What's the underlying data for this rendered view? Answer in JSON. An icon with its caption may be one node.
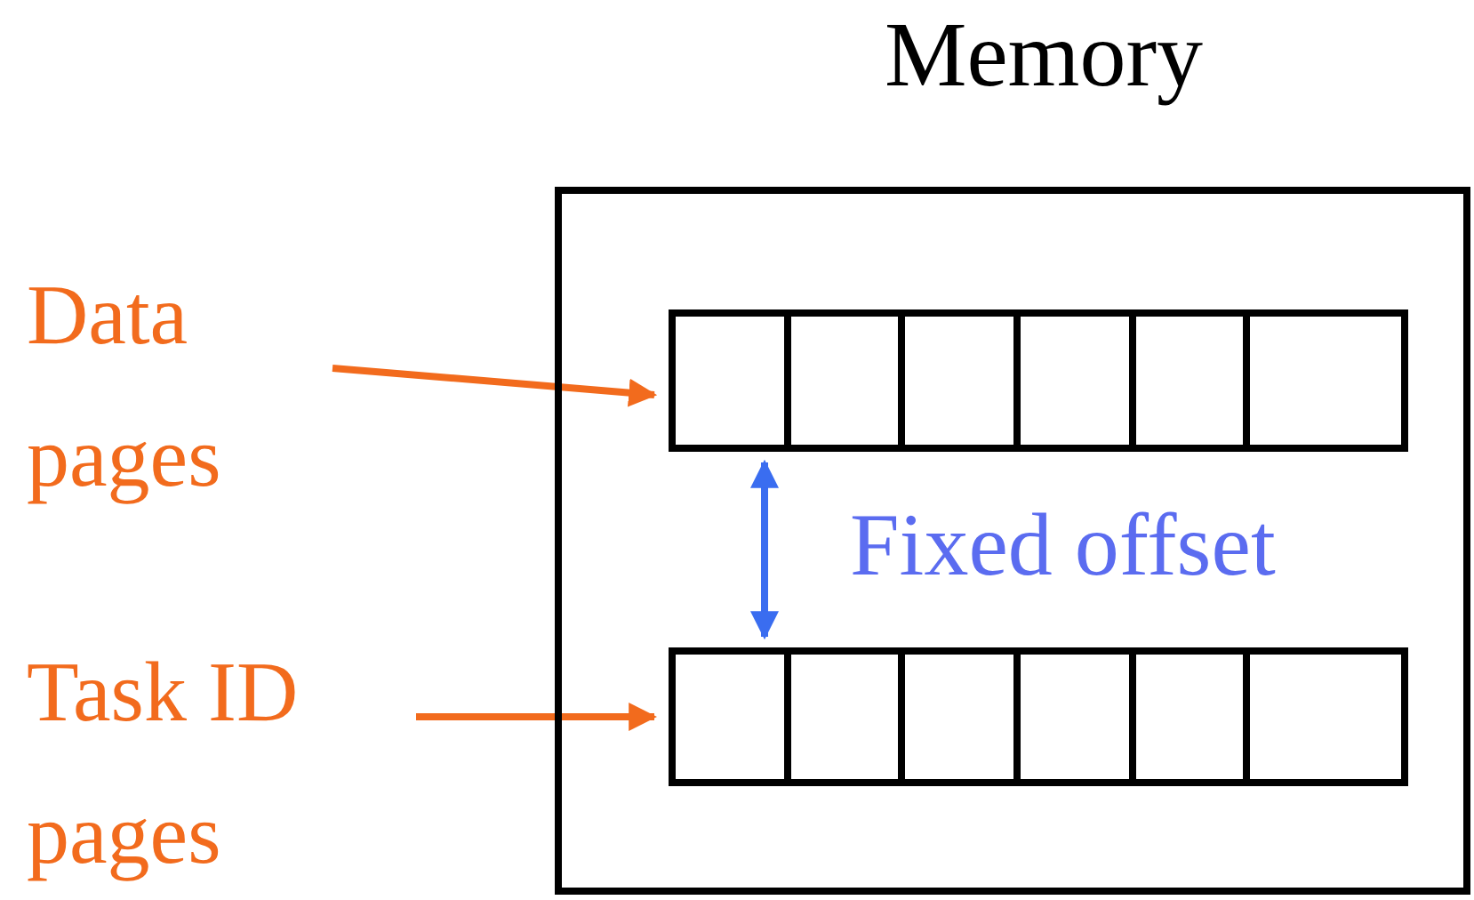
{
  "diagram": {
    "nodes": [
      {
        "text": [
          "Memory"
        ]
      },
      {
        "text": [],
        "shape": "box",
        "in": 0
      },
      {
        "text": [],
        "shape": "box",
        "in": 0
      },
      {
        "text": [
          "Data pages"
        ]
      },
      {
        "text": [
          "Task ID pages"
        ]
      }
    ],
    "edges": [
      {
        "from": 3,
        "to": 1,
        "arrow": "to"
      },
      {
        "from": 1,
        "to": 2,
        "arrow": "both",
        "label": "Fixed offset",
        "color": "#3a6df0"
      },
      {
        "from": 4,
        "to": 2,
        "arrow": "to"
      }
    ]
  }
}
